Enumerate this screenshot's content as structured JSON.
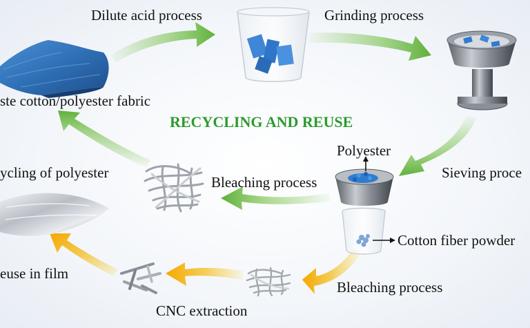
{
  "title": "RECYCLING AND REUSE",
  "labels": {
    "dilute_acid": "Dilute acid process",
    "grinding": "Grinding process",
    "waste_fabric": "ste cotton/polyester fabric",
    "sieving": "Sieving proce",
    "polyester": "Polyester",
    "recycling_polyester": "ycling of polyester",
    "bleaching_top": "Bleaching process",
    "cotton_powder": "Cotton fiber powder",
    "reuse_film": "euse in film",
    "bleaching_bottom": "Bleaching process",
    "cnc": "CNC extraction"
  },
  "colors": {
    "green_arrow": "#7cc251",
    "orange_arrow": "#f5b400",
    "fabric_blue": "#2f6fb5",
    "title_green": "#2e9a2e"
  }
}
